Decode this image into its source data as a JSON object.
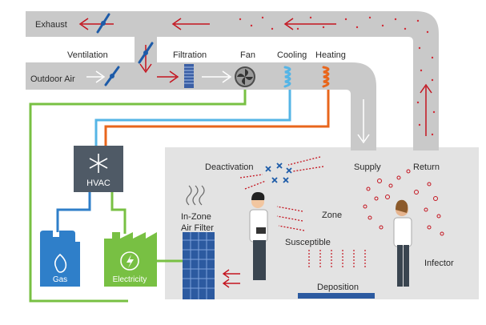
{
  "labels": {
    "exhaust": "Exhaust",
    "ventilation": "Ventilation",
    "outdoor_air": "Outdoor Air",
    "filtration": "Filtration",
    "fan": "Fan",
    "cooling": "Cooling",
    "heating": "Heating",
    "supply": "Supply",
    "return": "Return",
    "deactivation": "Deactivation",
    "zone": "Zone",
    "hvac": "HVAC",
    "in_zone_1": "In-Zone",
    "in_zone_2": "Air Filter",
    "susceptible": "Susceptible",
    "infector": "Infector",
    "deposition": "Deposition",
    "gas": "Gas",
    "electricity": "Electricity"
  },
  "colors": {
    "duct": "#c9c9c9",
    "duct_edge": "#b4b4b4",
    "room": "#e3e3e3",
    "arrow_red": "#c4141f",
    "damper_blue": "#1d5ba8",
    "hvac_box": "#4f5a66",
    "gas_blue": "#2f7fc9",
    "electric_green": "#78c043",
    "line_green": "#78c043",
    "line_blue": "#55b5e6",
    "line_orange": "#e8661c",
    "filter_blue": "#2c5aa0",
    "heating_coil": "#e8661c",
    "cooling_coil": "#55b5e6"
  },
  "icons": [
    "damper-icon",
    "fan-icon",
    "snowflake-icon",
    "flame-icon",
    "lightning-icon",
    "air-filter-icon",
    "air-puff-icon",
    "factory-icon"
  ]
}
